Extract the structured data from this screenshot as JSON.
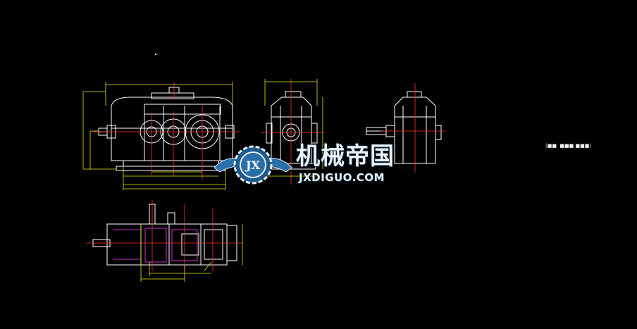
{
  "watermark": {
    "brand_cn": "机械帝国",
    "url": "JXDIGUO.COM",
    "badge_letters": "JX"
  },
  "colors": {
    "background": "#000000",
    "outline": "#ffffff",
    "dimension": "#ffff00",
    "centerline": "#ff0000",
    "hidden": "#00ffff",
    "accent_section": "#ff00ff",
    "logo_blue": "#2a6fa8"
  },
  "side_label": "(■■  ■■■ ■■■)"
}
